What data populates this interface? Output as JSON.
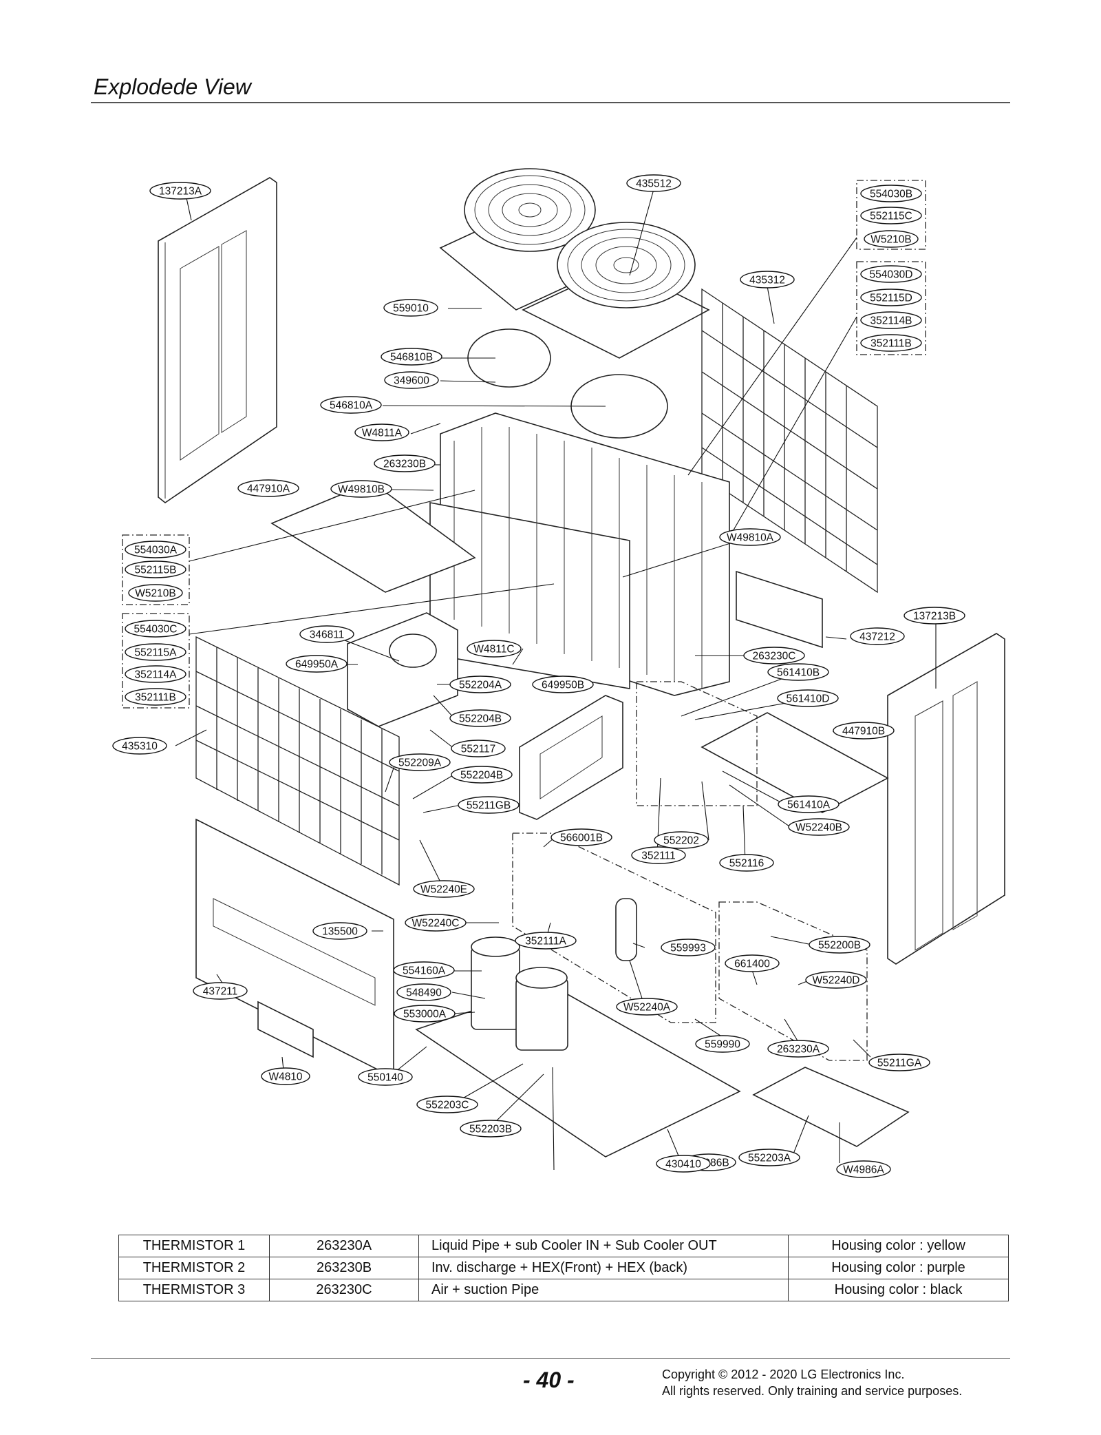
{
  "page": {
    "title": "Explodede View",
    "page_number": "- 40 -",
    "copyright_line1": "Copyright © 2012 - 2020 LG Electronics Inc.",
    "copyright_line2": "All rights reserved. Only training and service purposes."
  },
  "callouts": [
    "137213A",
    "435512",
    "554030B",
    "552115C",
    "W5210B",
    "435312",
    "554030D",
    "552115D",
    "352114B",
    "352111B",
    "559010",
    "546810B",
    "349600",
    "546810A",
    "W4811A",
    "263230B",
    "447910A",
    "W49810B",
    "W49810A",
    "554030A",
    "552115B",
    "W5210B",
    "554030C",
    "346811",
    "552115A",
    "649950A",
    "352114A",
    "352111B",
    "W4811C",
    "263230C",
    "437212",
    "137213B",
    "552204A",
    "649950B",
    "552204B",
    "561410B",
    "561410D",
    "435310",
    "552117",
    "447910B",
    "552209A",
    "552204B",
    "55211GB",
    "561410A",
    "W52240B",
    "566001B",
    "552202",
    "352111",
    "552116",
    "W52240E",
    "W52240C",
    "135500",
    "352111A",
    "559993",
    "552200B",
    "554160A",
    "661400",
    "W52240D",
    "437211",
    "548490",
    "553000A",
    "W52240A",
    "559990",
    "263230A",
    "55211GA",
    "W4810",
    "550140",
    "552203C",
    "552203B",
    "W4986B",
    "430410",
    "552203A",
    "W4986A"
  ],
  "thermistor_table": [
    [
      "THERMISTOR 1",
      "263230A",
      "Liquid Pipe  + sub Cooler IN + Sub Cooler OUT",
      "Housing color : yellow"
    ],
    [
      "THERMISTOR 2",
      "263230B",
      "Inv. discharge + HEX(Front) + HEX (back)",
      "Housing color : purple"
    ],
    [
      "THERMISTOR 3",
      "263230C",
      "Air + suction Pipe",
      "Housing color : black"
    ]
  ]
}
